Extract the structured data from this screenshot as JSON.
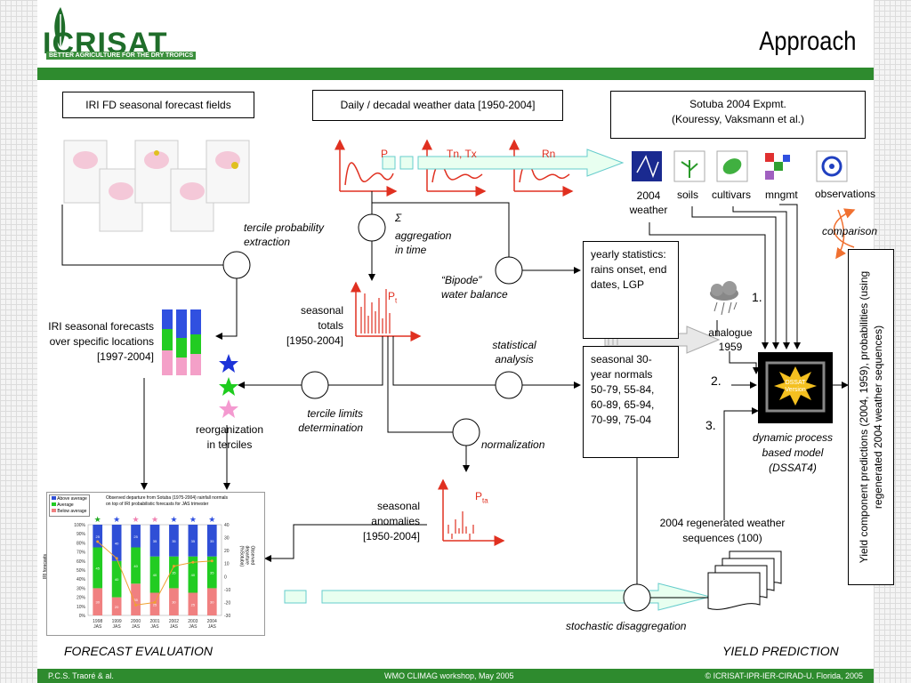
{
  "header": {
    "logo_text": "ICRISAT",
    "tagline": "BETTER AGRICULTURE FOR THE DRY TROPICS",
    "title": "Approach"
  },
  "boxes": {
    "iri_fd": "IRI FD seasonal forecast fields",
    "daily_data": "Daily / decadal weather data [1950-2004]",
    "sotuba_line1": "Sotuba 2004 Expmt.",
    "sotuba_line2": "(Kouressy, Vaksmann et al.)",
    "yearly_stats": "yearly statistics: rains onset, end dates, LGP",
    "normals": "seasonal 30-year normals 50-79, 55-84, 60-89, 65-94, 70-99, 75-04",
    "yield_components": "Yield component predictions (2004, 1959), probabilities (using regenerated 2004 weather sequences)"
  },
  "signals": {
    "p": "P",
    "tn_tx": "Tn, Tx",
    "rn": "Rn",
    "pt": "P",
    "pt_sub": "t",
    "pta": "P",
    "pta_sub": "ta"
  },
  "inputs": {
    "weather_2004": [
      "2004",
      "weather"
    ],
    "soils": "soils",
    "cultivars": "cultivars",
    "mngmt": "mngmt",
    "observations": "observations",
    "comparison": "comparison"
  },
  "labels": {
    "tercile_extraction": [
      "tercile probability",
      "extraction"
    ],
    "aggregation_sigma": "Σ",
    "aggregation": [
      "aggregation",
      "in time"
    ],
    "bipode": [
      "“Bipode”",
      "water  balance"
    ],
    "seasonal_totals": [
      "seasonal",
      "totals",
      "[1950-2004]"
    ],
    "iri_locations": [
      "IRI seasonal forecasts",
      "over specific locations",
      "[1997-2004]"
    ],
    "statistical": [
      "statistical",
      "analysis"
    ],
    "tercile_limits": [
      "tercile limits",
      "determination"
    ],
    "reorganization": [
      "reorganization",
      "in terciles"
    ],
    "normalization": "normalization",
    "seasonal_anomalies": [
      "seasonal",
      "anomalies",
      "[1950-2004]"
    ],
    "analogue": [
      "analogue",
      "1959"
    ],
    "num1": "1.",
    "num2": "2.",
    "num3": "3.",
    "dssat": [
      "dynamic process",
      "based model",
      "(DSSAT4)"
    ],
    "regenerated": [
      "2004 regenerated weather",
      "sequences (100)"
    ],
    "stochastic": "stochastic disaggregation",
    "forecast_eval": "FORECAST EVALUATION",
    "yield_prediction": "YIELD PREDICTION",
    "dssat_box": [
      "DSSAT",
      "Version"
    ]
  },
  "footer": {
    "left": "P.C.S. Traoré & al.",
    "center": "WMO CLIMAG workshop, May 2005",
    "right": "© ICRISAT-IPR-IER-CIRAD-U. Florida, 2005"
  },
  "eval_chart": {
    "legend": [
      "Above average",
      "Average",
      "Below average"
    ],
    "title_line1": "Observed departure from Sotuba (1975-2004) rainfall normals",
    "title_line2": "on top of IRI probabilistic forecasts for JAS trimester",
    "ylabel_left": "IRI forecasts",
    "ylabel_right": "Observed departure (%Sotuba)"
  },
  "chart_data": {
    "type": "bar",
    "categories": [
      "1998 JAS",
      "1999 JAS",
      "2000 JAS",
      "2001 JAS",
      "2002 JAS",
      "2003 JAS",
      "2004 JAS"
    ],
    "series": [
      {
        "name": "Below average",
        "values": [
          30,
          20,
          35,
          25,
          30,
          25,
          30
        ]
      },
      {
        "name": "Average",
        "values": [
          45,
          40,
          40,
          40,
          35,
          40,
          35
        ]
      },
      {
        "name": "Above average",
        "values": [
          25,
          40,
          25,
          35,
          35,
          35,
          35
        ]
      }
    ],
    "departure": [
      27,
      14,
      -22,
      -20,
      8,
      11,
      12
    ],
    "y_left_ticks": [
      "0%",
      "10%",
      "20%",
      "30%",
      "40%",
      "50%",
      "60%",
      "70%",
      "80%",
      "90%",
      "100%"
    ],
    "y_right_ticks": [
      "-30",
      "-20",
      "-10",
      "0",
      "10",
      "20",
      "30",
      "40"
    ],
    "ylim_left": [
      0,
      100
    ],
    "ylim_right": [
      -30,
      40
    ],
    "colors": {
      "below": "#f08080",
      "average": "#22cc22",
      "above": "#2f4fd6",
      "departure": "#f0a030"
    },
    "stars": [
      "#22aa22",
      "#3050e0",
      "#f080b0",
      "#f080b0",
      "#3050e0",
      "#3050e0",
      "#3050e0"
    ]
  }
}
